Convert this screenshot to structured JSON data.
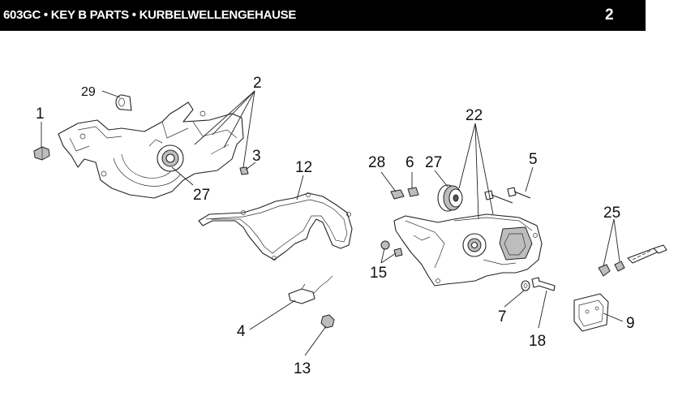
{
  "header": {
    "title": "603GC • KEY B PARTS • KURBELWELLENGEHAUSE",
    "page_number": "2"
  },
  "callouts": {
    "c1": "1",
    "c2": "2",
    "c3": "3",
    "c4": "4",
    "c5": "5",
    "c6": "6",
    "c7": "7",
    "c9": "9",
    "c12": "12",
    "c13": "13",
    "c15": "15",
    "c18": "18",
    "c22": "22",
    "c25": "25",
    "c27a": "27",
    "c27b": "27",
    "c28": "28",
    "c29": "29"
  }
}
